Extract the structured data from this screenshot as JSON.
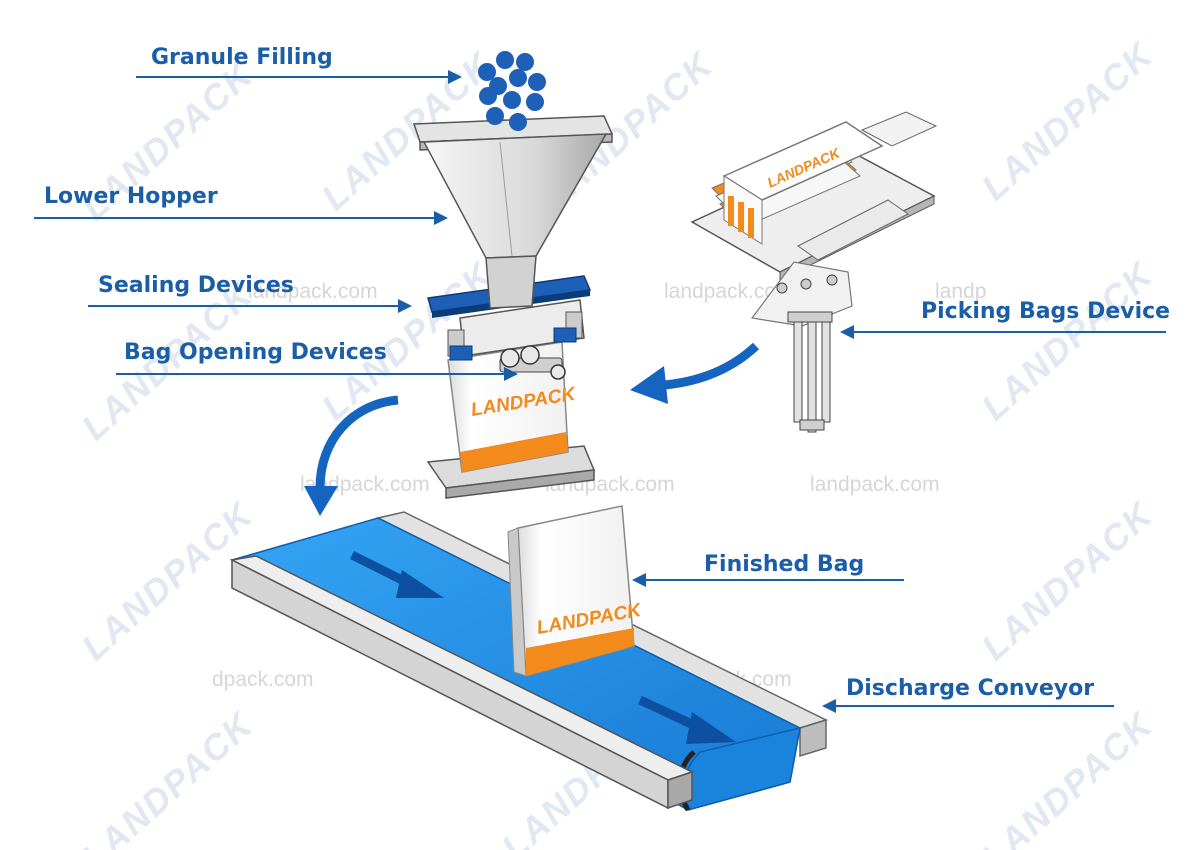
{
  "labels": {
    "granule_filling": "Granule Filling",
    "lower_hopper": "Lower Hopper",
    "sealing_devices": "Sealing Devices",
    "bag_opening_devices": "Bag Opening Devices",
    "picking_bags_device": "Picking Bags Device",
    "finished_bag": "Finished Bag",
    "discharge_conveyor": "Discharge Conveyor"
  },
  "brand": {
    "logo_text": "LANDPACK",
    "website": "landpack.com",
    "website_partial_1": "landp",
    "website_partial_2": "dpack.com",
    "website_partial_3": "landp",
    "website_partial_4": "landpack.com"
  },
  "colors": {
    "label_text": "#1b5ea8",
    "leader_line": "#1b5ea8",
    "arrow_blue": "#1565c0",
    "conveyor_belt": "#1e8fe6",
    "granule": "#1e5fb8",
    "bag_orange": "#f28a1c",
    "metal_light": "#eeeeee",
    "metal_mid": "#cfcfcf",
    "metal_dark": "#9a9a9a",
    "outline": "#555555"
  }
}
